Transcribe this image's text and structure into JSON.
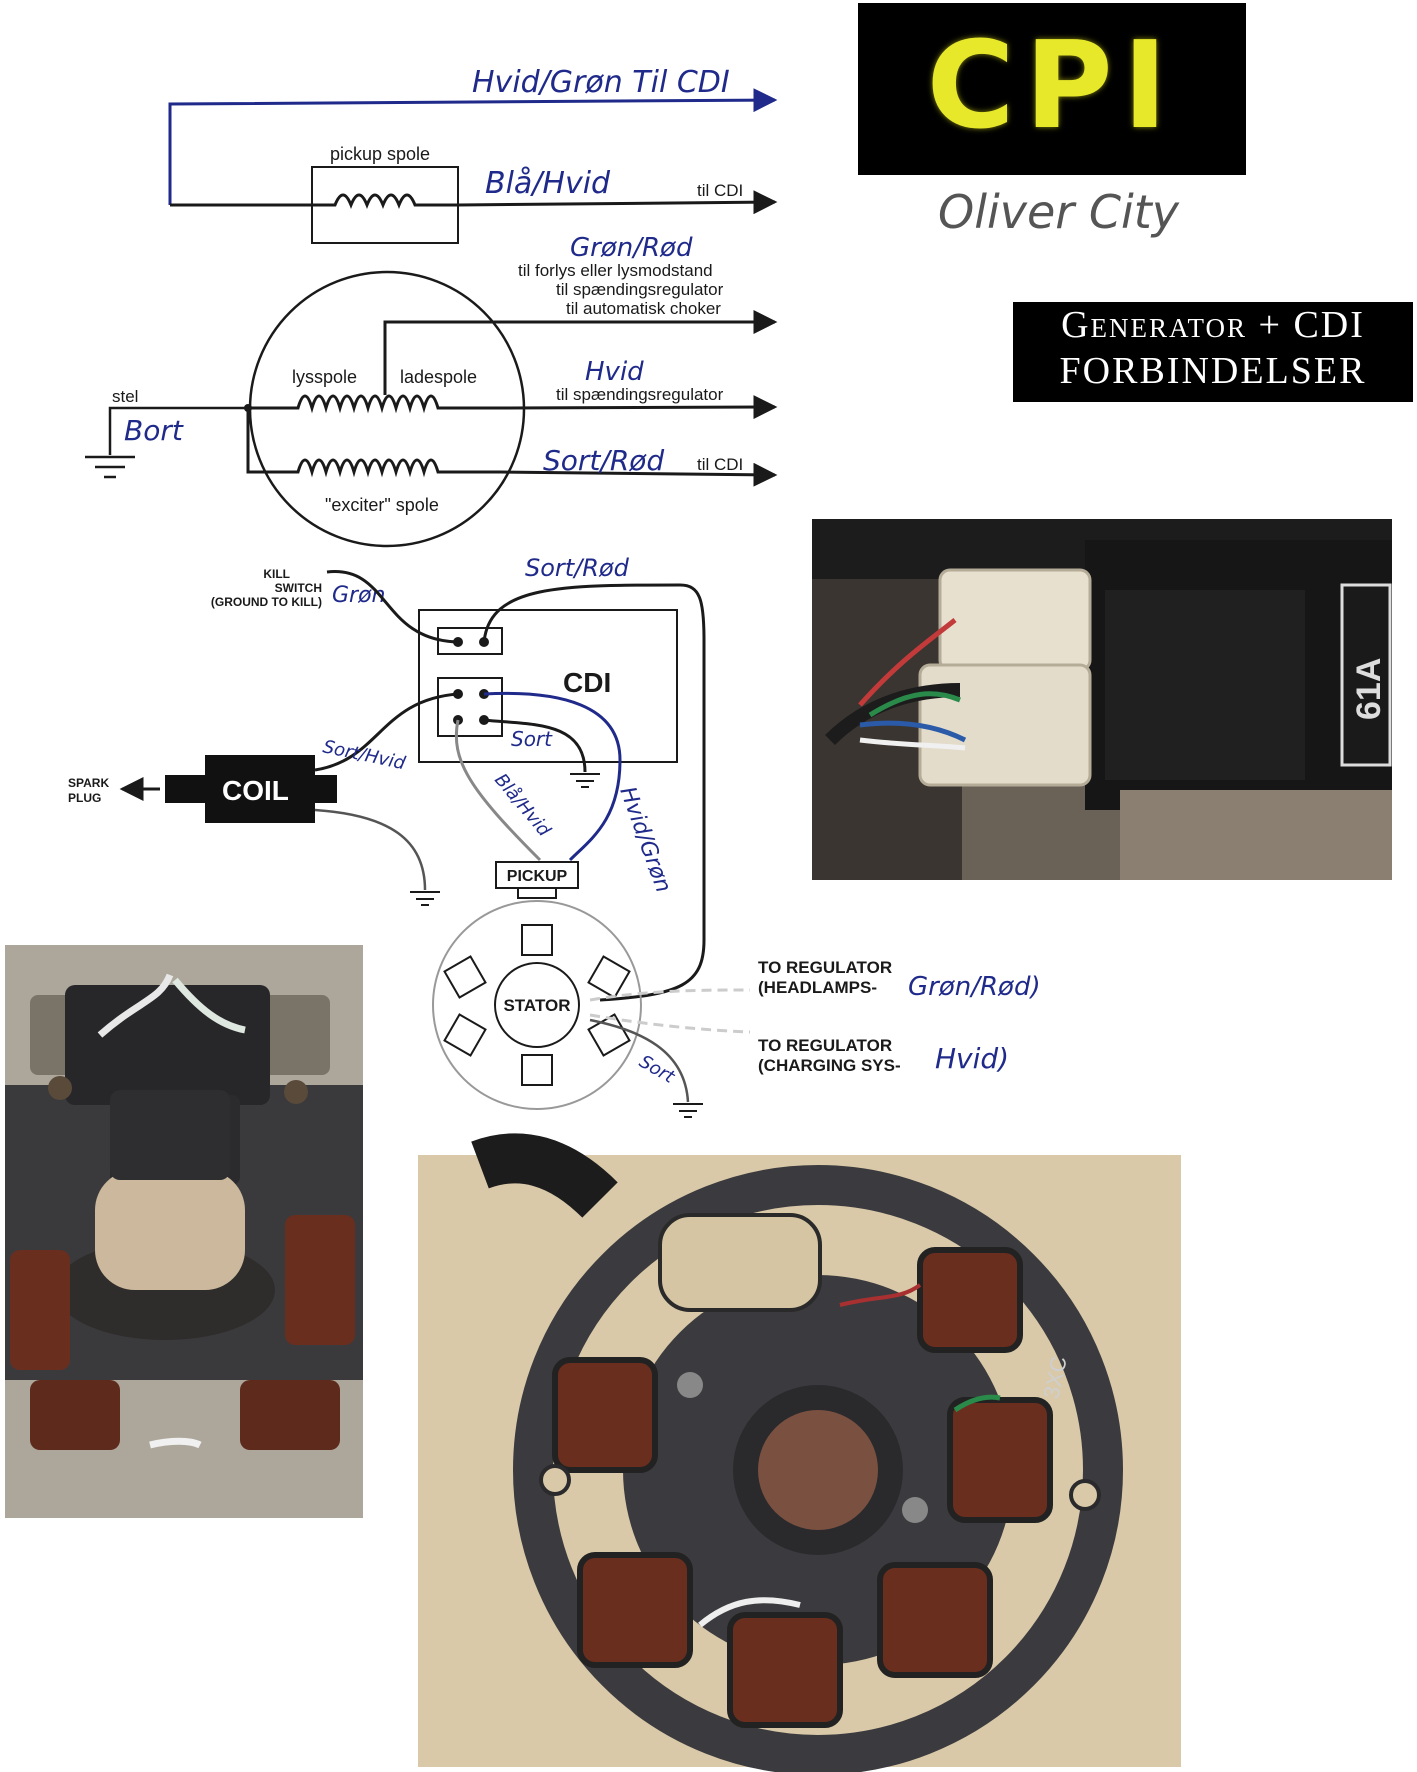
{
  "logo": {
    "text": "CPI",
    "subtitle": "Oliver City"
  },
  "title": {
    "line1": "Generator + CDI",
    "line2": "forbindelser"
  },
  "wiring": {
    "top_wire": "Hvid/Grøn Til CDI",
    "pickup_label": "pickup spole",
    "pickup_wire": "Blå/Hvid",
    "pickup_dest": "til CDI",
    "gr_wire": "Grøn/Rød",
    "gr_dest1": "til forlys eller lysmodstand",
    "gr_dest2": "til spændingsregulator",
    "gr_dest3": "til automatisk choker",
    "lys_label": "lysspole",
    "lade_label": "ladespole",
    "hvid_wire": "Hvid",
    "hvid_dest": "til spændingsregulator",
    "stel_label": "stel",
    "bort_label": "Bort",
    "sort_rod_wire": "Sort/Rød",
    "sort_rod_dest": "til CDI",
    "exciter_label": "\"exciter\" spole"
  },
  "cdi_diagram": {
    "kill_line1": "KILL",
    "kill_line2": "SWITCH",
    "kill_line3": "(GROUND TO KILL)",
    "kill_wire": "Grøn",
    "top_wire": "Sort/Rød",
    "cdi_label": "CDI",
    "coil_label": "COIL",
    "spark_line1": "SPARK",
    "spark_line2": "PLUG",
    "coil_wire": "Sort/Hvid",
    "sort_label": "Sort",
    "bla_hvid": "Blå/Hvid",
    "hvid_gron": "Hvid/Grøn",
    "pickup_label": "PICKUP",
    "stator_label": "STATOR",
    "reg1_line1": "TO REGULATOR",
    "reg1_line2": "(HEADLAMPS-",
    "reg1_hand": "Grøn/Rød)",
    "reg2_line1": "TO REGULATOR",
    "reg2_line2": "(CHARGING SYS-",
    "reg2_hand": "Hvid)",
    "stator_sort": "Sort"
  },
  "photos": {
    "cdi_module_text": "61A",
    "stator_marking": "3XC"
  },
  "colors": {
    "blue_wire": "#1f2a8a",
    "ink": "#1a1a1a",
    "logo_yellow": "#e8e82a"
  }
}
